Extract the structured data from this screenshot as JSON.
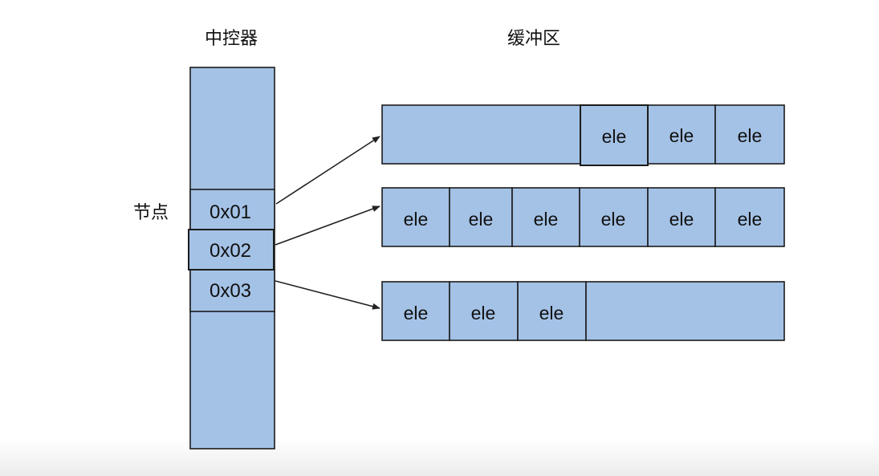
{
  "controller": {
    "title": "中控器",
    "side_label": "节点",
    "nodes": [
      "0x01",
      "0x02",
      "0x03"
    ]
  },
  "buffer": {
    "title": "缓冲区",
    "rows": [
      {
        "cells": [
          "",
          "ele",
          "ele",
          "ele"
        ],
        "target_node": "0x01"
      },
      {
        "cells": [
          "ele",
          "ele",
          "ele",
          "ele",
          "ele",
          "ele"
        ],
        "target_node": "0x02"
      },
      {
        "cells": [
          "ele",
          "ele",
          "ele",
          ""
        ],
        "target_node": "0x03"
      }
    ]
  },
  "colors": {
    "fill": "#a4c2e6",
    "stroke": "#1b1b1b",
    "arrow": "#222222"
  }
}
